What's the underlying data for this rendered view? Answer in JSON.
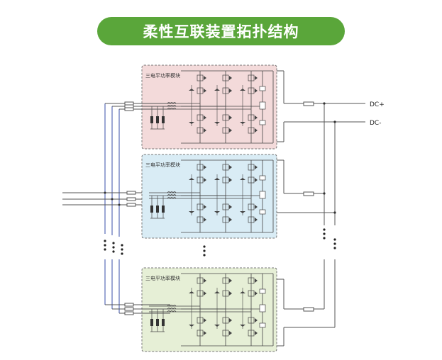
{
  "title": "柔性互联装置拓扑结构",
  "modules": [
    {
      "label": "三电平功率模块",
      "fill": "#f3dada"
    },
    {
      "label": "三电平功率模块",
      "fill": "#d9ecf5"
    },
    {
      "label": "三电平功率模块",
      "fill": "#e6efd6"
    }
  ],
  "dc_labels": {
    "positive": "DC+",
    "negative": "DC-"
  },
  "colors": {
    "title_bg": "#5aa63a",
    "bus_blue": "#3a4fa8",
    "line": "#555555",
    "box_border": "#777777"
  }
}
